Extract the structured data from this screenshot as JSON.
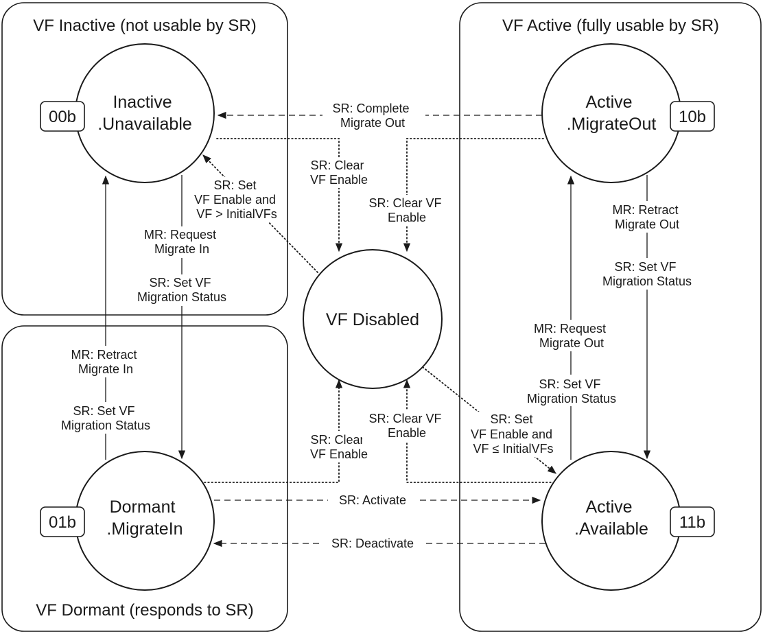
{
  "groups": {
    "inactive": "VF Inactive (not usable by SR)",
    "active": "VF Active (fully usable by SR)",
    "dormant": "VF Dormant (responds to SR)"
  },
  "states": {
    "inactive_unavailable": {
      "line1": "Inactive",
      "line2": ".Unavailable",
      "code": "00b"
    },
    "active_migrateout": {
      "line1": "Active",
      "line2": ".MigrateOut",
      "code": "10b"
    },
    "vf_disabled": {
      "line1": "VF Disabled"
    },
    "dormant_migratein": {
      "line1": "Dormant",
      "line2": ".MigrateIn",
      "code": "01b"
    },
    "active_available": {
      "line1": "Active",
      "line2": ".Available",
      "code": "11b"
    }
  },
  "transitions": {
    "complete_migrate_out": [
      "SR: Complete",
      "Migrate Out"
    ],
    "clear_vf_enable_a": [
      "SR: Clear",
      "VF Enable"
    ],
    "clear_vf_enable_b": [
      "SR: Clear VF",
      "Enable"
    ],
    "set_vf_enable_gt": [
      "SR: Set",
      "VF Enable and",
      "VF > InitialVFs"
    ],
    "request_migrate_in": [
      "MR: Request",
      "Migrate In"
    ],
    "set_migration_status_a": [
      "SR: Set VF",
      "Migration Status"
    ],
    "retract_migrate_in": [
      "MR: Retract",
      "Migrate In"
    ],
    "set_migration_status_b": [
      "SR: Set VF",
      "Migration Status"
    ],
    "retract_migrate_out": [
      "MR: Retract",
      "Migrate Out"
    ],
    "set_migration_status_c": [
      "SR: Set VF",
      "Migration Status"
    ],
    "request_migrate_out": [
      "MR: Request",
      "Migrate Out"
    ],
    "set_migration_status_d": [
      "SR: Set VF",
      "Migration Status"
    ],
    "clear_vf_enable_c": [
      "SR: Clear VF",
      "Enable"
    ],
    "clear_vf_enable_d": [
      "SR: Clear",
      "VF Enable"
    ],
    "set_vf_enable_le": [
      "SR: Set",
      "VF Enable and",
      "VF ≤ InitialVFs"
    ],
    "activate": "SR: Activate",
    "deactivate": "SR: Deactivate"
  }
}
